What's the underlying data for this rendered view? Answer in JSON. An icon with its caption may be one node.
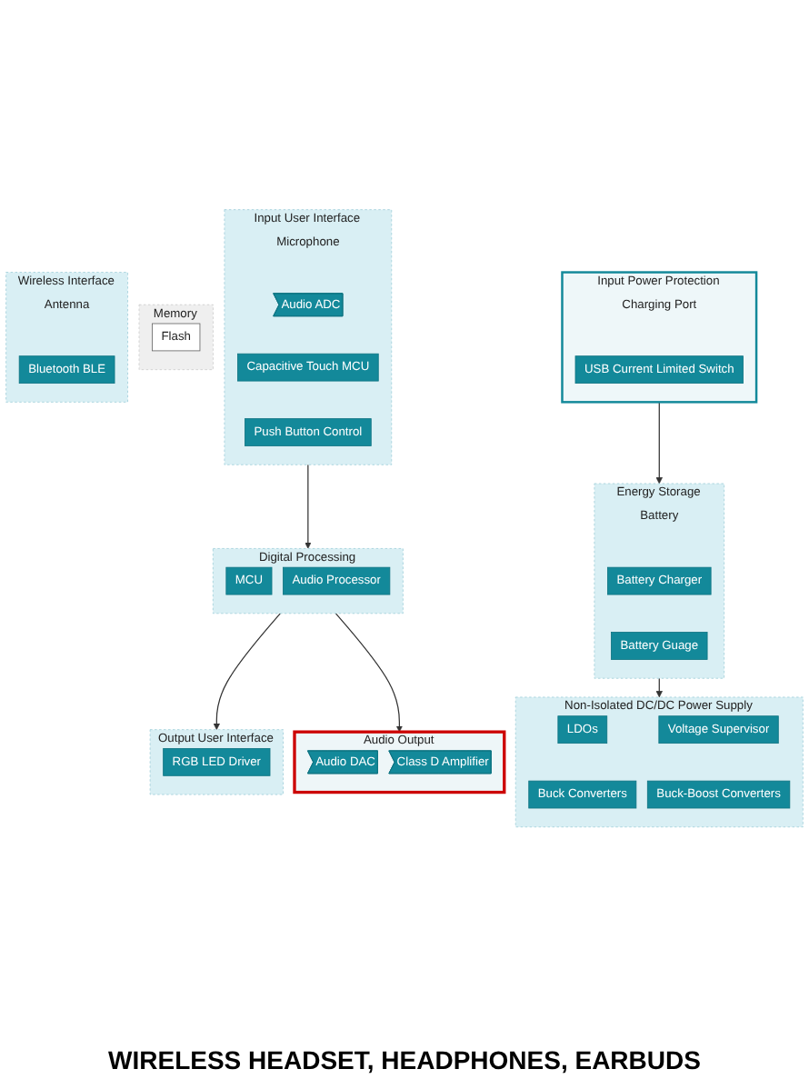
{
  "diagram": {
    "caption": "WIRELESS HEADSET, HEADPHONES, EARBUDS",
    "nodes": [
      {
        "text": [
          "Input Power Protection"
        ]
      },
      {
        "text": [
          "Charging Port"
        ],
        "in": 0
      },
      {
        "text": [
          "USB Current Limited Switch"
        ],
        "in": 0
      },
      {
        "text": [
          "Energy Storage"
        ]
      },
      {
        "text": [
          "Battery"
        ],
        "in": 3
      },
      {
        "text": [
          "Battery Charger"
        ],
        "in": 3
      },
      {
        "text": [
          "Battery Guage"
        ],
        "in": 3
      },
      {
        "text": [
          "Non-Isolated DC/DC Power Supply"
        ]
      },
      {
        "text": [
          "LDOs"
        ],
        "in": 7
      },
      {
        "text": [
          "Voltage Supervisor"
        ],
        "in": 7
      },
      {
        "text": [
          "Buck Converters"
        ],
        "in": 7
      },
      {
        "text": [
          "Buck-Boost Converters"
        ],
        "in": 7
      },
      {
        "text": [
          "Input User Interface"
        ]
      },
      {
        "text": [
          "Microphone"
        ],
        "in": 12
      },
      {
        "text": [
          "Audio ADC"
        ],
        "in": 12
      },
      {
        "text": [
          "Capacitive Touch MCU"
        ],
        "in": 12
      },
      {
        "text": [
          "Push Button Control"
        ],
        "in": 12
      },
      {
        "text": [
          "Memory"
        ]
      },
      {
        "text": [
          "Flash"
        ],
        "in": 17
      },
      {
        "text": [
          "Output User Interface"
        ]
      },
      {
        "text": [
          "RGB LED Driver"
        ],
        "in": 19
      },
      {
        "text": [
          "Digital Processing"
        ]
      },
      {
        "text": [
          "MCU"
        ],
        "in": 21
      },
      {
        "text": [
          "Audio Processor"
        ],
        "in": 21
      },
      {
        "text": [
          "Wireless Interface"
        ]
      },
      {
        "text": [
          "Antenna"
        ],
        "in": 24
      },
      {
        "text": [
          "Bluetooth BLE"
        ],
        "in": 24
      },
      {
        "text": [
          "Audio Output"
        ]
      },
      {
        "text": [
          "Audio DAC"
        ],
        "in": 27
      },
      {
        "text": [
          "Class D Amplifier"
        ],
        "in": 27
      }
    ],
    "edges": [
      {
        "from": 0,
        "to": 3,
        "arrow": "to"
      },
      {
        "from": 3,
        "to": 7,
        "arrow": "to"
      },
      {
        "from": 12,
        "to": 21,
        "arrow": "to"
      },
      {
        "from": 21,
        "to": 19,
        "arrow": "to"
      },
      {
        "from": 21,
        "to": 27,
        "arrow": "to"
      }
    ]
  }
}
